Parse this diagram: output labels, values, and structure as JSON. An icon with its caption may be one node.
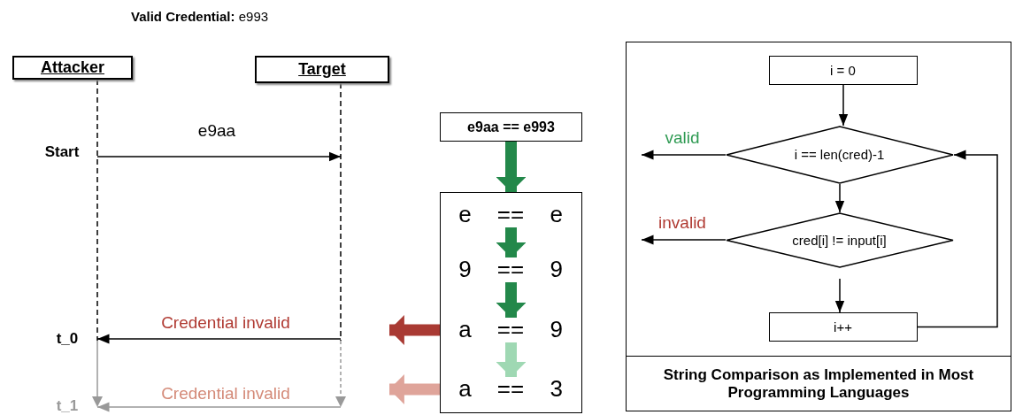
{
  "diagram": {
    "title": "**Valid Credential:** e993",
    "nodes": [
      {
        "text": [
          "Attacker"
        ]
      },
      {
        "text": [
          "Target"
        ]
      },
      {
        "text": [
          "e9aa == e993"
        ]
      },
      {
        "text": [],
        "shape": "box"
      },
      {
        "text": [
          "e == e"
        ],
        "in": 3
      },
      {
        "text": [
          "9 == 9"
        ],
        "in": 3
      },
      {
        "text": [
          "a == 9"
        ],
        "in": 3
      },
      {
        "text": [
          "a == 3"
        ],
        "in": 3
      },
      {
        "text": [
          "String Comparison as Implemented in Most Programming Languages"
        ]
      },
      {
        "text": [
          "i = 0"
        ],
        "in": 8
      },
      {
        "text": [
          "i == len(cred)-1"
        ],
        "in": 8
      },
      {
        "text": [
          "cred[i] != input[i]"
        ],
        "in": 8
      },
      {
        "text": [
          "i++"
        ],
        "in": 8
      }
    ],
    "edges": [
      {
        "from": 0,
        "to": 1,
        "arrow": "to",
        "label": "e9aa"
      },
      {
        "from": 1,
        "to": 0,
        "arrow": "to",
        "label": "Credential invalid"
      },
      {
        "from": 1,
        "to": 0,
        "arrow": "to",
        "label": "Credential invalid",
        "color": "#999999"
      },
      {
        "from": 2,
        "to": 3,
        "arrow": "to",
        "style": "thick",
        "color": "#23884a"
      },
      {
        "from": 4,
        "to": 5,
        "arrow": "to",
        "style": "thick",
        "color": "#23884a"
      },
      {
        "from": 5,
        "to": 6,
        "arrow": "to",
        "style": "thick",
        "color": "#23884a"
      },
      {
        "from": 6,
        "to": 7,
        "arrow": "to",
        "style": "thick",
        "color": "#9fd8b3"
      },
      {
        "from": 6,
        "to": 1,
        "arrow": "to",
        "style": "thick",
        "color": "#a93a33"
      },
      {
        "from": 7,
        "to": 1,
        "arrow": "to",
        "style": "thick",
        "color": "#dfa49a"
      },
      {
        "from": 9,
        "to": 10,
        "arrow": "to"
      },
      {
        "from": 10,
        "to": null,
        "arrow": "to",
        "label": "valid"
      },
      {
        "from": 10,
        "to": 11,
        "arrow": "to"
      },
      {
        "from": 11,
        "to": null,
        "arrow": "to",
        "label": "invalid"
      },
      {
        "from": 11,
        "to": 12,
        "arrow": "to"
      },
      {
        "from": 12,
        "to": 10,
        "arrow": "to"
      }
    ],
    "labels": [
      "Start",
      "t_0",
      "t_1"
    ]
  }
}
